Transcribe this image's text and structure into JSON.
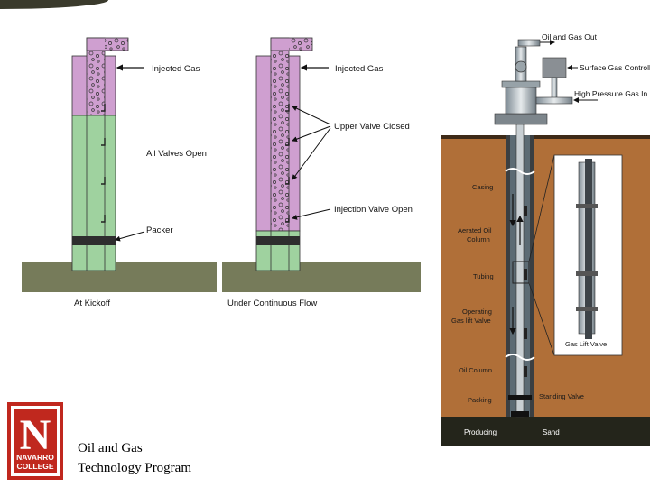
{
  "left_diagram": {
    "labels": {
      "injected_gas": "Injected Gas",
      "all_valves_open": "All Valves Open",
      "packer": "Packer",
      "caption": "At Kickoff"
    }
  },
  "middle_diagram": {
    "labels": {
      "injected_gas": "Injected Gas",
      "upper_valve_closed": "Upper Valve Closed",
      "injection_valve_open": "Injection Valve Open",
      "caption": "Under Continuous Flow"
    }
  },
  "right_diagram": {
    "labels": {
      "oil_and_gas_out": "Oil and Gas Out",
      "surface_gas_controller": "Surface Gas Controller",
      "high_pressure_gas_in": "High Pressure Gas In",
      "casing": "Casing",
      "aerated_oil_column_1": "Aerated Oil",
      "aerated_oil_column_2": "Column",
      "tubing": "Tubing",
      "operating_valve_1": "Operating",
      "operating_valve_2": "Gas lift Valve",
      "gas_lift_valve": "Gas Lift Valve",
      "oil_column": "Oil Column",
      "packing": "Packing",
      "standing_valve": "Standing Valve",
      "producing": "Producing",
      "sand": "Sand"
    }
  },
  "logo": {
    "top": "N",
    "line1": "NAVARRO",
    "line2": "COLLEGE"
  },
  "footer": {
    "line1": "Oil and Gas",
    "line2": "Technology Program"
  },
  "colors": {
    "gas_purple": "#cf9fd0",
    "liquid_green": "#9fd29f",
    "ground": "#767b5a",
    "formation_brown": "#b06f38",
    "logo_red": "#c0281e"
  }
}
